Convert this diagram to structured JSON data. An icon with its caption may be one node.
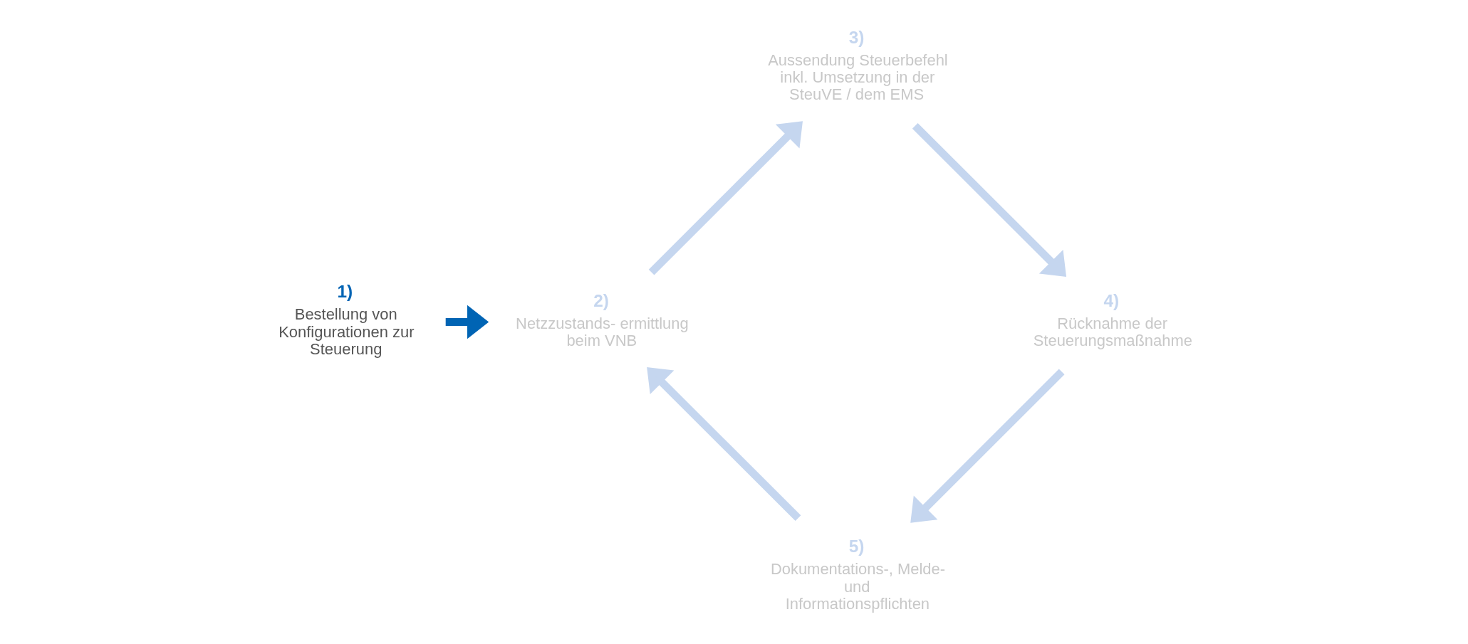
{
  "diagram": {
    "nodes": [
      {
        "text": [
          "1)",
          "Bestellung von Konfigurationen zur Steuerung"
        ]
      },
      {
        "text": [
          "2)",
          "Netzzustands- ermittlung beim VNB"
        ]
      },
      {
        "text": [
          "3)",
          "Aussendung Steuerbefehl inkl. Umsetzung in der SteuVE / dem EMS"
        ]
      },
      {
        "text": [
          "4)",
          "Rücknahme der Steuerungsmaßnahme"
        ]
      },
      {
        "text": [
          "5)",
          "Dokumentations-, Melde- und Informationspflichten"
        ]
      }
    ],
    "edges": [
      {
        "from": 0,
        "to": 1,
        "arrow": "to",
        "color": "#0064b4"
      },
      {
        "from": 1,
        "to": 2,
        "arrow": "to"
      },
      {
        "from": 2,
        "to": 3,
        "arrow": "to"
      },
      {
        "from": 3,
        "to": 4,
        "arrow": "to"
      },
      {
        "from": 4,
        "to": 1,
        "arrow": "to"
      }
    ]
  }
}
